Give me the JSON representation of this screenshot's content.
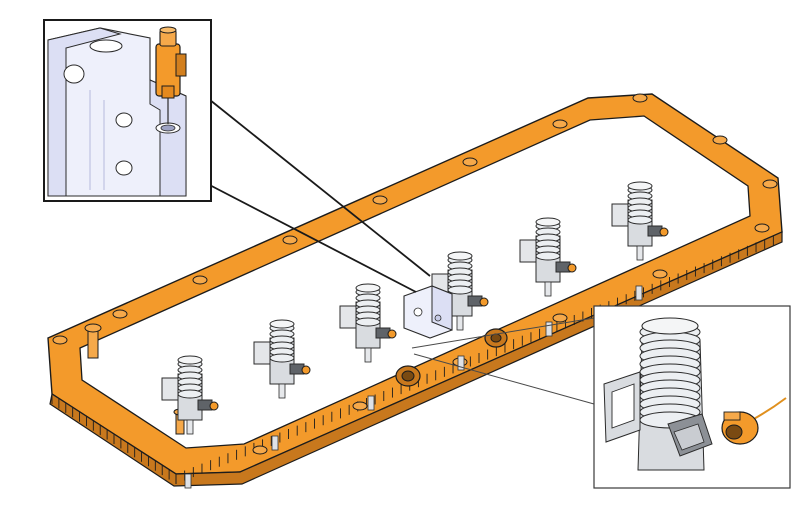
{
  "figure": {
    "subject": "injector-assembly-in-orange-gasket-frame",
    "injector_count": 6,
    "callouts": [
      {
        "id": "top-left-detail",
        "icon": "sensor-plug-into-housing"
      },
      {
        "id": "bottom-right-detail",
        "icon": "injector-connector-plug"
      }
    ]
  },
  "colors": {
    "frame": "#f39a2b",
    "frame_shadow": "#c8781d",
    "housing": "#eef0fb",
    "injector": "#e5e7ea",
    "outline": "#1c1c1c"
  }
}
